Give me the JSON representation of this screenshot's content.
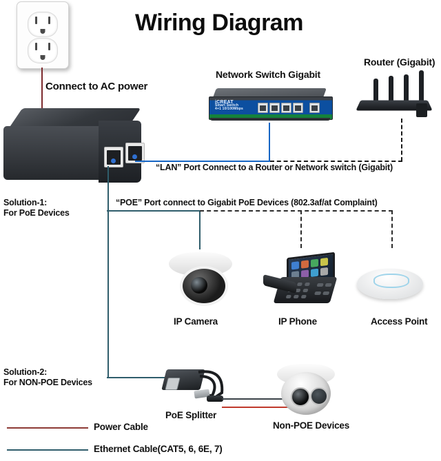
{
  "title": "Wiring Diagram",
  "labels": {
    "connect_ac": "Connect to AC power",
    "network_switch": "Network Switch Gigabit",
    "router": "Router (Gigabit)",
    "lan_note": "“LAN” Port Connect to a Router or Network switch (Gigabit)",
    "poe_note": "“POE” Port connect to Gigabit PoE Devices (802.3af/at Complaint)",
    "solution1_line1": "Solution-1:",
    "solution1_line2": "For PoE Devices",
    "solution2_line1": "Solution-2:",
    "solution2_line2": "For NON-POE Devices",
    "ip_camera": "IP Camera",
    "ip_phone": "IP Phone",
    "access_point": "Access Point",
    "poe_splitter": "PoE Splitter",
    "non_poe_devices": "Non-POE Devices"
  },
  "switch_device": {
    "brand": "iCREAT",
    "model_line1": "Smart Switch",
    "model_line2": "4+1 10/100Mbps",
    "port_count": 5
  },
  "legend": [
    {
      "name": "Power Cable",
      "color": "#8d3a36",
      "style": "solid"
    },
    {
      "name": "Ethernet Cable(CAT5, 6, 6E, 7)",
      "color": "#2f5d6b",
      "style": "solid"
    }
  ],
  "colors": {
    "ethernet_blue": "#1565c4",
    "ethernet_teal": "#2f5d6b",
    "power_red": "#8d3a36",
    "dashed_dark": "#1a1a1a"
  }
}
